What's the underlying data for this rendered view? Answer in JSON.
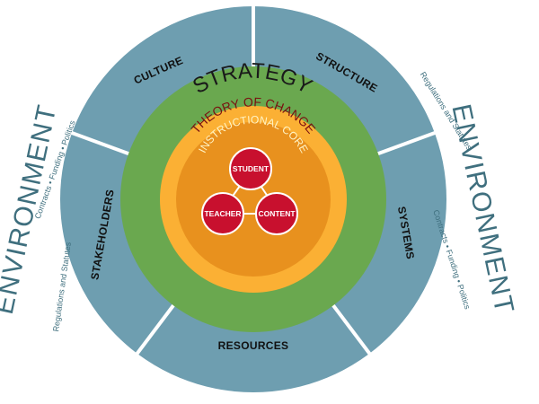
{
  "colors": {
    "outer_ring": "#6e9eb0",
    "strategy_ring": "#6aa84f",
    "theory_ring": "#fbb034",
    "instructional_ring": "#e8911e",
    "core_circle": "#c8102e",
    "environment_text": "#3f6f7e",
    "white": "#ffffff"
  },
  "segments": {
    "culture": "CULTURE",
    "structure": "STRUCTURE",
    "systems": "SYSTEMS",
    "resources": "RESOURCES",
    "stakeholders": "STAKEHOLDERS"
  },
  "rings": {
    "strategy": "STRATEGY",
    "theory_of_change": "THEORY OF CHANGE",
    "instructional_core": "INSTRUCTIONAL CORE"
  },
  "core": {
    "student": "STUDENT",
    "teacher": "TEACHER",
    "content": "CONTENT"
  },
  "environment": {
    "title": "ENVIRONMENT",
    "factors_line_1": "Contracts  •  Funding  •  Politics",
    "factors_line_2": "Regulations and Statutes"
  }
}
